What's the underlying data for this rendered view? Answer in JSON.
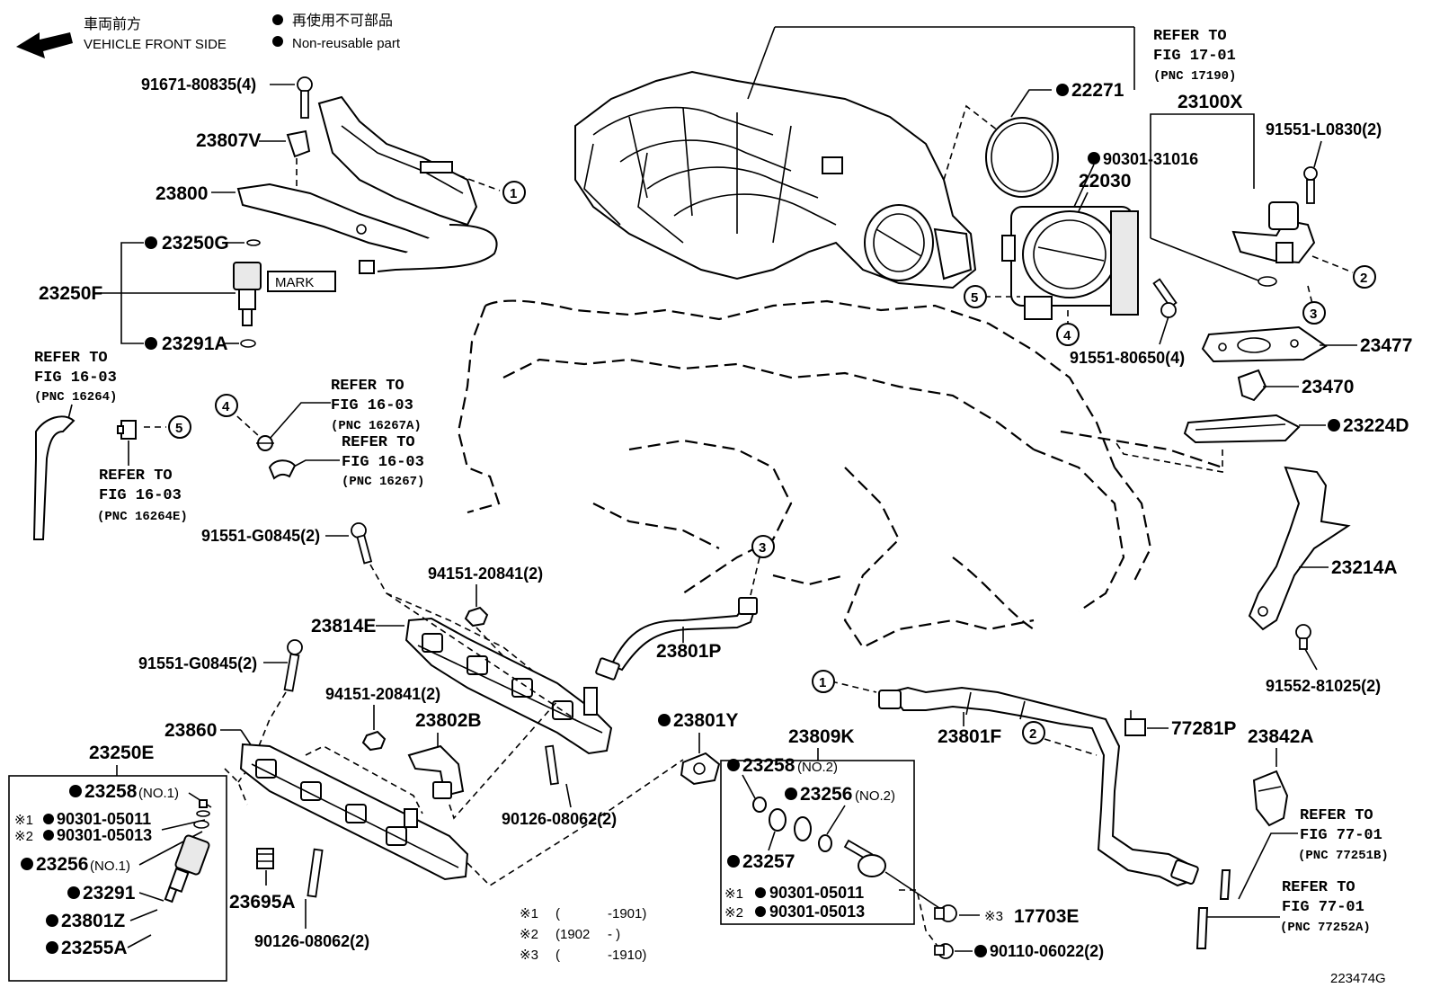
{
  "header": {
    "front_label_jp": "車両前方",
    "front_label_en": "VEHICLE FRONT SIDE",
    "legend_jp": "再使用不可部品",
    "legend_en": "Non-reusable part"
  },
  "parts": {
    "p91671": "91671-80835(4)",
    "p23807V": "23807V",
    "p23800": "23800",
    "p23250G": "23250G",
    "p23250F": "23250F",
    "p23291A": "23291A",
    "mark": "MARK",
    "p22271": "22271",
    "p23100X": "23100X",
    "p91551L": "91551-L0830(2)",
    "p90301_31016": "90301-31016",
    "p22030": "22030",
    "p91551_80650": "91551-80650(4)",
    "p23477": "23477",
    "p23470": "23470",
    "p23224D": "23224D",
    "p23214A": "23214A",
    "p91552": "91552-81025(2)",
    "p91551G_a": "91551-G0845(2)",
    "p94151_a": "94151-20841(2)",
    "p23814E": "23814E",
    "p23801P": "23801P",
    "p91551G_b": "91551-G0845(2)",
    "p94151_b": "94151-20841(2)",
    "p23802B": "23802B",
    "p23860": "23860",
    "p23250E": "23250E",
    "p23258_1": "23258",
    "p23258_1_note": "(NO.1)",
    "p90301_05011_a": "90301-05011",
    "p90301_05013_a": "90301-05013",
    "p23256_1": "23256",
    "p23256_1_note": "(NO.1)",
    "p23291": "23291",
    "p23801Z": "23801Z",
    "p23255A": "23255A",
    "p23695A": "23695A",
    "p90126_a": "90126-08062(2)",
    "p90126_b": "90126-08062(2)",
    "p23801Y": "23801Y",
    "p23809K": "23809K",
    "p23258_2": "23258",
    "p23258_2_note": "(NO.2)",
    "p23256_2": "23256",
    "p23256_2_note": "(NO.2)",
    "p23257": "23257",
    "p90301_05011_b": "90301-05011",
    "p90301_05013_b": "90301-05013",
    "p23801F": "23801F",
    "p77281P": "77281P",
    "p23842A": "23842A",
    "p17703E": "17703E",
    "p90110": "90110-06022(2)"
  },
  "marks": {
    "note1": "※1",
    "note2": "※2",
    "note3": "※3",
    "bullet": "●"
  },
  "refs": {
    "r17_title": "REFER TO",
    "r17_fig": "FIG 17-01",
    "r17_pnc": "(PNC 17190)",
    "r16264_title": "REFER TO",
    "r16264_fig": "FIG 16-03",
    "r16264_pnc": "(PNC 16264)",
    "r16267A_title": "REFER TO",
    "r16267A_fig": "FIG 16-03",
    "r16267A_pnc": "(PNC 16267A)",
    "r16267_title": "REFER TO",
    "r16267_fig": "FIG 16-03",
    "r16267_pnc": "(PNC 16267)",
    "r16264E_title": "REFER TO",
    "r16264E_fig": "FIG 16-03",
    "r16264E_pnc": "(PNC 16264E)",
    "r77251B_title": "REFER TO",
    "r77251B_fig": "FIG 77-01",
    "r77251B_pnc": "(PNC 77251B)",
    "r77252A_title": "REFER TO",
    "r77252A_fig": "FIG 77-01",
    "r77252A_pnc": "(PNC 77252A)"
  },
  "callouts": [
    "1",
    "2",
    "3",
    "4",
    "5"
  ],
  "notes": {
    "n1_mark": "※1",
    "n1_open": "(",
    "n1_close": "-1901)",
    "n2_mark": "※2",
    "n2_open": "(1902",
    "n2_close": "-          )",
    "n3_mark": "※3",
    "n3_open": "(",
    "n3_close": "-1910)"
  },
  "figure_id": "223474G"
}
